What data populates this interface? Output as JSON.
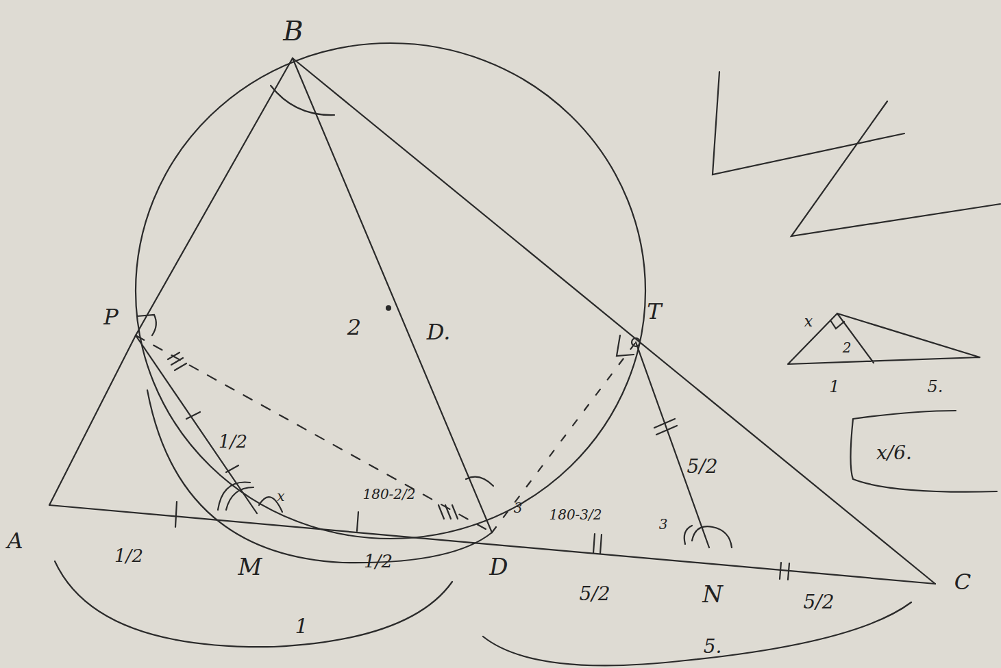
{
  "diagram": {
    "labels": [
      "B",
      "P",
      "T",
      "A",
      "M",
      "D",
      "N",
      "C",
      "2",
      "D.",
      "1/2",
      "1/2",
      "1/2",
      "1",
      "5/2",
      "5/2",
      "5/2",
      "5.",
      "180-2/2",
      "180-3/2",
      "3",
      "3",
      "x",
      "x",
      "2",
      "1",
      "5.",
      "x/6."
    ]
  }
}
